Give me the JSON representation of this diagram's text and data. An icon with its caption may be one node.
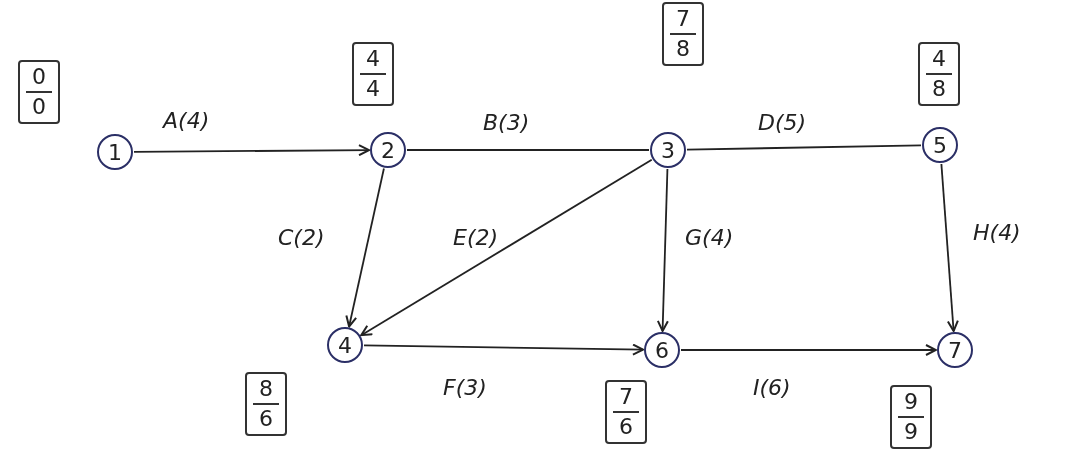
{
  "diagram": {
    "nodes": [
      {
        "text": [
          "1"
        ],
        "beside": [
          "0",
          "0"
        ]
      },
      {
        "text": [
          "2"
        ],
        "beside": [
          "4",
          "4"
        ]
      },
      {
        "text": [
          "3"
        ],
        "beside": [
          "7",
          "8"
        ]
      },
      {
        "text": [
          "4"
        ],
        "beside": [
          "8",
          "6"
        ]
      },
      {
        "text": [
          "5"
        ],
        "beside": [
          "4",
          "8"
        ]
      },
      {
        "text": [
          "6"
        ],
        "beside": [
          "7",
          "6"
        ]
      },
      {
        "text": [
          "7"
        ],
        "beside": [
          "9",
          "9"
        ]
      }
    ],
    "edges": [
      {
        "from": 0,
        "to": 1,
        "arrow": "to",
        "label": "A(4)"
      },
      {
        "from": 1,
        "to": 2,
        "arrow": "none",
        "label": "B(3)"
      },
      {
        "from": 2,
        "to": 4,
        "arrow": "none",
        "label": "D(5)"
      },
      {
        "from": 1,
        "to": 3,
        "arrow": "to",
        "label": "C(2)"
      },
      {
        "from": 2,
        "to": 3,
        "arrow": "to",
        "label": "E(2)"
      },
      {
        "from": 2,
        "to": 5,
        "arrow": "to",
        "label": "G(4)"
      },
      {
        "from": 4,
        "to": 6,
        "arrow": "to",
        "label": "H(4)"
      },
      {
        "from": 3,
        "to": 5,
        "arrow": "to",
        "label": "F(3)"
      },
      {
        "from": 5,
        "to": 6,
        "arrow": "to",
        "label": "I(6)"
      }
    ]
  }
}
